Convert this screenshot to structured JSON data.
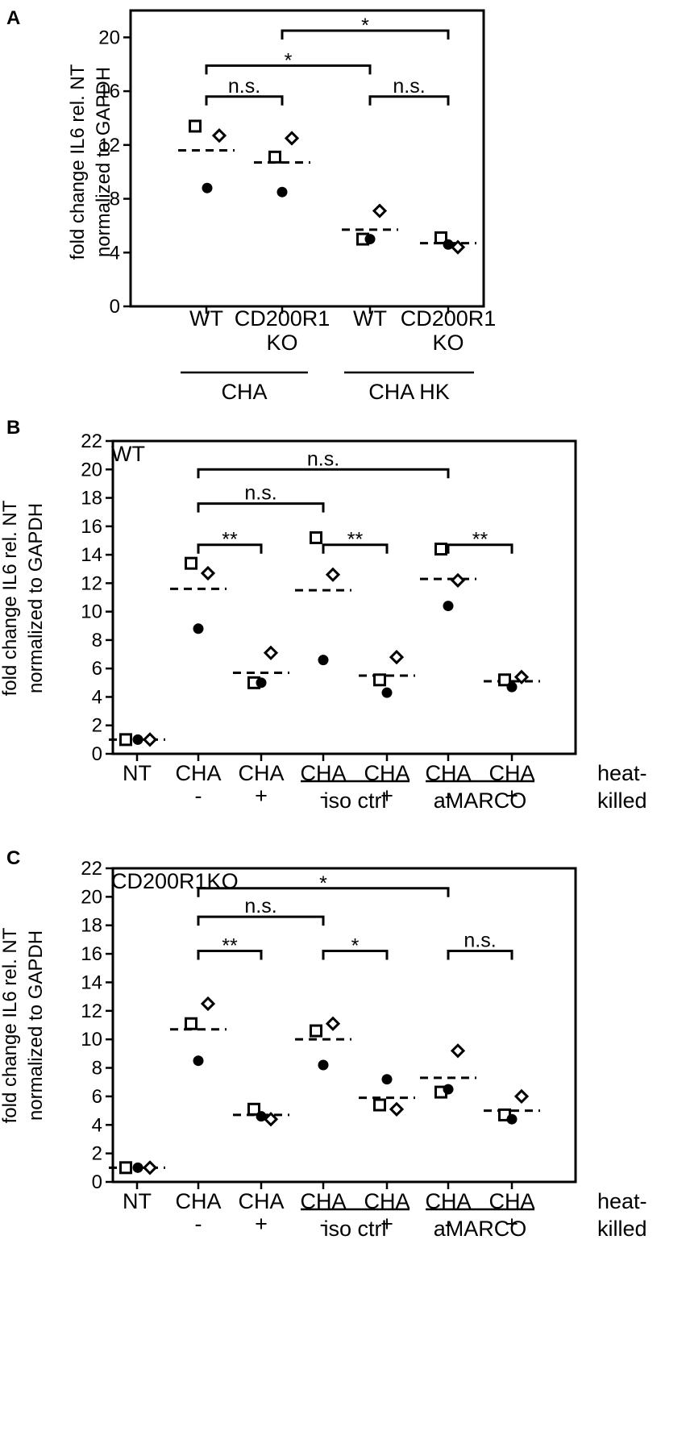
{
  "chart_data": [
    {
      "type": "scatter",
      "panel": "A",
      "subtitle": "",
      "ylabel": [
        "fold change IL6 rel. NT",
        "normalized to GAPDH"
      ],
      "ylim": [
        0,
        22
      ],
      "yticks": [
        0,
        4,
        8,
        12,
        16,
        20
      ],
      "grid": false,
      "categories": [
        {
          "label": [
            "WT"
          ],
          "means": 11.6
        },
        {
          "label": [
            "CD200R1",
            "KO"
          ],
          "means": 10.7
        },
        {
          "label": [
            "WT"
          ],
          "means": 5.7
        },
        {
          "label": [
            "CD200R1",
            "KO"
          ],
          "means": 4.7
        }
      ],
      "series": [
        {
          "marker": "square",
          "values": [
            13.4,
            11.1,
            5.0,
            5.1
          ]
        },
        {
          "marker": "diamond",
          "values": [
            12.7,
            12.5,
            7.1,
            4.4
          ]
        },
        {
          "marker": "circle",
          "values": [
            8.8,
            8.5,
            5.0,
            4.6
          ]
        }
      ],
      "groups": [
        {
          "label": "CHA",
          "from": 0,
          "to": 1
        },
        {
          "label": "CHA HK",
          "from": 2,
          "to": 3
        }
      ],
      "side_label": [],
      "brackets": [
        {
          "from": 0,
          "to": 1,
          "y": 15.6,
          "label": "n.s."
        },
        {
          "from": 2,
          "to": 3,
          "y": 15.6,
          "label": "n.s."
        },
        {
          "from": 0,
          "to": 2,
          "y": 17.9,
          "label": "*"
        },
        {
          "from": 1,
          "to": 3,
          "y": 20.5,
          "label": "*"
        }
      ]
    },
    {
      "type": "scatter",
      "panel": "B",
      "subtitle": "WT",
      "ylabel": [
        "fold change IL6 rel. NT",
        "normalized to GAPDH"
      ],
      "ylim": [
        0,
        22
      ],
      "yticks": [
        0,
        2,
        4,
        6,
        8,
        10,
        12,
        14,
        16,
        18,
        20,
        22
      ],
      "grid": false,
      "categories": [
        {
          "label": [
            "NT",
            ""
          ],
          "means": 1.0
        },
        {
          "label": [
            "CHA",
            "-"
          ],
          "means": 11.6
        },
        {
          "label": [
            "CHA",
            "+"
          ],
          "means": 5.7
        },
        {
          "label": [
            "CHA",
            "-"
          ],
          "means": 11.5
        },
        {
          "label": [
            "CHA",
            "+"
          ],
          "means": 5.5
        },
        {
          "label": [
            "CHA",
            "-"
          ],
          "means": 12.3
        },
        {
          "label": [
            "CHA",
            "+"
          ],
          "means": 5.1
        }
      ],
      "series": [
        {
          "marker": "square",
          "values": [
            1.0,
            13.4,
            5.0,
            15.2,
            5.2,
            14.4,
            5.2
          ]
        },
        {
          "marker": "diamond",
          "values": [
            1.0,
            12.7,
            7.1,
            12.6,
            6.8,
            12.2,
            5.4
          ]
        },
        {
          "marker": "circle",
          "values": [
            1.0,
            8.8,
            5.0,
            6.6,
            4.3,
            10.4,
            4.7
          ]
        }
      ],
      "groups": [
        {
          "label": "iso ctrl",
          "from": 3,
          "to": 4
        },
        {
          "label": "aMARCO",
          "from": 5,
          "to": 6
        }
      ],
      "side_label": [
        "heat-",
        "killed"
      ],
      "brackets": [
        {
          "from": 1,
          "to": 2,
          "y": 14.7,
          "label": "**"
        },
        {
          "from": 3,
          "to": 4,
          "y": 14.7,
          "label": "**"
        },
        {
          "from": 5,
          "to": 6,
          "y": 14.7,
          "label": "**"
        },
        {
          "from": 1,
          "to": 3,
          "y": 17.6,
          "label": "n.s."
        },
        {
          "from": 1,
          "to": 5,
          "y": 20.0,
          "label": "n.s."
        }
      ]
    },
    {
      "type": "scatter",
      "panel": "C",
      "subtitle": "CD200R1KO",
      "ylabel": [
        "fold change IL6 rel. NT",
        "normalized to GAPDH"
      ],
      "ylim": [
        0,
        22
      ],
      "yticks": [
        0,
        2,
        4,
        6,
        8,
        10,
        12,
        14,
        16,
        18,
        20,
        22
      ],
      "grid": false,
      "categories": [
        {
          "label": [
            "NT",
            ""
          ],
          "means": 1.0
        },
        {
          "label": [
            "CHA",
            "-"
          ],
          "means": 10.7
        },
        {
          "label": [
            "CHA",
            "+"
          ],
          "means": 4.7
        },
        {
          "label": [
            "CHA",
            "-"
          ],
          "means": 10.0
        },
        {
          "label": [
            "CHA",
            "+"
          ],
          "means": 5.9
        },
        {
          "label": [
            "CHA",
            "-"
          ],
          "means": 7.3
        },
        {
          "label": [
            "CHA",
            "+"
          ],
          "means": 5.0
        }
      ],
      "series": [
        {
          "marker": "square",
          "values": [
            1.0,
            11.1,
            5.1,
            10.6,
            5.4,
            6.3,
            4.7
          ]
        },
        {
          "marker": "diamond",
          "values": [
            1.0,
            12.5,
            4.4,
            11.1,
            5.1,
            9.2,
            6.0
          ]
        },
        {
          "marker": "circle",
          "values": [
            1.0,
            8.5,
            4.6,
            8.2,
            7.2,
            6.5,
            4.4
          ]
        }
      ],
      "groups": [
        {
          "label": "iso ctrl",
          "from": 3,
          "to": 4
        },
        {
          "label": "aMARCO",
          "from": 5,
          "to": 6
        }
      ],
      "side_label": [
        "heat-",
        "killed"
      ],
      "brackets": [
        {
          "from": 1,
          "to": 2,
          "y": 16.2,
          "label": "**"
        },
        {
          "from": 3,
          "to": 4,
          "y": 16.2,
          "label": "*"
        },
        {
          "from": 5,
          "to": 6,
          "y": 16.2,
          "label": "n.s."
        },
        {
          "from": 1,
          "to": 3,
          "y": 18.6,
          "label": "n.s."
        },
        {
          "from": 1,
          "to": 5,
          "y": 20.6,
          "label": "*"
        }
      ]
    }
  ]
}
